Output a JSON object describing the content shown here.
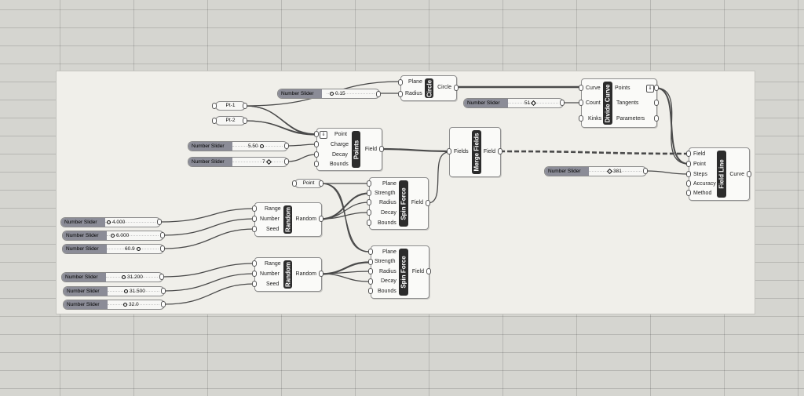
{
  "sliders": {
    "s1": {
      "name": "Number Slider",
      "value": "0.15",
      "knob": "circle"
    },
    "s2": {
      "name": "Number Slider",
      "value": "51",
      "knob": "diamond"
    },
    "s3": {
      "name": "Number Slider",
      "value": "5.50",
      "knob": "circle"
    },
    "s4": {
      "name": "Number Slider",
      "value": "7",
      "knob": "diamond"
    },
    "s5": {
      "name": "Number Slider",
      "value": "381",
      "knob": "diamond"
    },
    "s6": {
      "name": "Number Slider",
      "value": "4.000",
      "knob": "circle"
    },
    "s7": {
      "name": "Number Slider",
      "value": "6.000",
      "knob": "circle"
    },
    "s8": {
      "name": "Number Slider",
      "value": "60.9",
      "knob": "circle"
    },
    "s9": {
      "name": "Number Slider",
      "value": "31.200",
      "knob": "circle"
    },
    "s10": {
      "name": "Number Slider",
      "value": "31.500",
      "knob": "circle"
    },
    "s11": {
      "name": "Number Slider",
      "value": "32.0",
      "knob": "circle"
    }
  },
  "params": {
    "pt1": "Pt-1",
    "pt2": "Pt-2",
    "point": "Point"
  },
  "components": {
    "circle": {
      "title": "Circle",
      "inputs": [
        "Plane",
        "Radius"
      ],
      "outputs": [
        "Circle"
      ]
    },
    "divide": {
      "title": "Divide Curve",
      "inputs": [
        "Curve",
        "Count",
        "Kinks"
      ],
      "outputs": [
        "Points",
        "Tangents",
        "Parameters"
      ]
    },
    "points": {
      "title": "Points",
      "inputs": [
        "Point",
        "Charge",
        "Decay",
        "Bounds"
      ],
      "outputs": [
        "Field"
      ]
    },
    "merge": {
      "title": "Merge Fields",
      "inputs": [
        "Fields"
      ],
      "outputs": [
        "Field"
      ]
    },
    "fieldline": {
      "title": "Field Line",
      "inputs": [
        "Field",
        "Point",
        "Steps",
        "Accuracy",
        "Method"
      ],
      "outputs": [
        "Curve"
      ]
    },
    "spin1": {
      "title": "Spin Force",
      "inputs": [
        "Plane",
        "Strength",
        "Radius",
        "Decay",
        "Bounds"
      ],
      "outputs": [
        "Field"
      ]
    },
    "spin2": {
      "title": "Spin Force",
      "inputs": [
        "Plane",
        "Strength",
        "Radius",
        "Decay",
        "Bounds"
      ],
      "outputs": [
        "Field"
      ]
    },
    "random1": {
      "title": "Random",
      "inputs": [
        "Range",
        "Number",
        "Seed"
      ],
      "outputs": [
        "Random"
      ]
    },
    "random2": {
      "title": "Random",
      "inputs": [
        "Range",
        "Number",
        "Seed"
      ],
      "outputs": [
        "Random"
      ]
    }
  },
  "flags": {
    "graft": "⇓",
    "flatten": "⇓"
  },
  "colors": {
    "canvas": "#d5d5d0",
    "group": "#f0efea",
    "wire": "#4a4a4a",
    "slider_label": "#8b8c97",
    "component_bar": "#2c2c2c"
  }
}
